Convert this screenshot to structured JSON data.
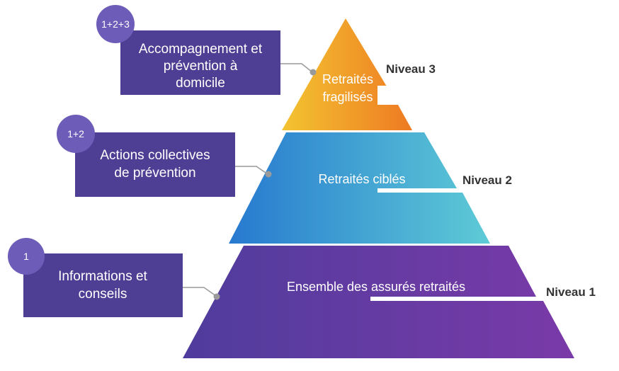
{
  "pyramid": {
    "level3": {
      "tier_label_line1": "Retraités",
      "tier_label_line2": "fragilisés",
      "level_label": "Niveau 3"
    },
    "level2": {
      "tier_label": "Retraités ciblés",
      "level_label": "Niveau 2"
    },
    "level1": {
      "tier_label": "Ensemble des assurés retraités",
      "level_label": "Niveau 1"
    }
  },
  "actions": [
    {
      "badge": "1+2+3",
      "lines": [
        "Accompagnement et",
        "prévention à",
        "domicile"
      ]
    },
    {
      "badge": "1+2",
      "lines": [
        "Actions collectives",
        "de prévention"
      ]
    },
    {
      "badge": "1",
      "lines": [
        "Informations et",
        "conseils"
      ]
    }
  ],
  "colors": {
    "box": "#4f3f94",
    "badge": "#6e5db8",
    "connector": "#9a9a9a",
    "top_tier": [
      "#f3c431",
      "#ee7a22"
    ],
    "middle_tier": [
      "#2779cf",
      "#5ecbd6"
    ],
    "bottom_tier": [
      "#4f3c9c",
      "#7a3aa8"
    ]
  }
}
